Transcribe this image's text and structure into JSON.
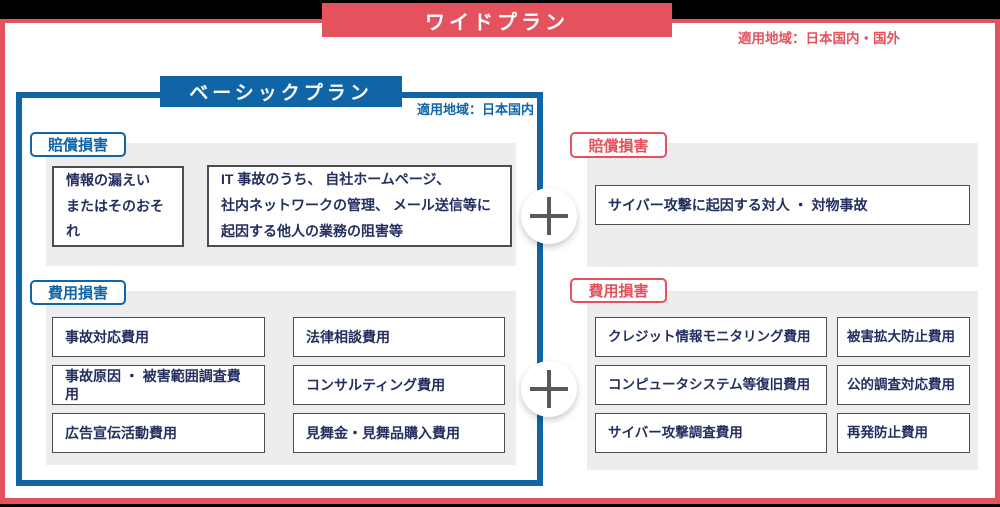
{
  "colors": {
    "red": "#e4525e",
    "blue": "#1065a7",
    "navy_text": "#232f5f",
    "panel_gray": "#ededed",
    "box_border": "#4d4d4d",
    "plus_gray": "#595959"
  },
  "wide_plan": {
    "title": "ワイドプラン",
    "region": "適用地域：日本国内・国外",
    "liability": {
      "label": "賠償損害",
      "items": [
        "サイバー攻撃に起因する対人 ・ 対物事故"
      ]
    },
    "expense": {
      "label": "費用損害",
      "items": [
        "クレジット情報モニタリング費用",
        "被害拡大防止費用",
        "コンピュータシステム等復旧費用",
        "公的調査対応費用",
        "サイバー攻撃調査費用",
        "再発防止費用"
      ]
    }
  },
  "basic_plan": {
    "title": "ベーシックプラン",
    "region": "適用地域：日本国内",
    "liability": {
      "label": "賠償損害",
      "items": [
        "情報の漏えい\nまたはそのおそれ",
        "IT 事故のうち、 自社ホームページ、\n社内ネットワークの管理、 メール送信等に\n起因する他人の業務の阻害等"
      ]
    },
    "expense": {
      "label": "費用損害",
      "items": [
        "事故対応費用",
        "法律相談費用",
        "事故原因 ・ 被害範囲調査費用",
        "コンサルティング費用",
        "広告宣伝活動費用",
        "見舞金・見舞品購入費用"
      ]
    }
  }
}
